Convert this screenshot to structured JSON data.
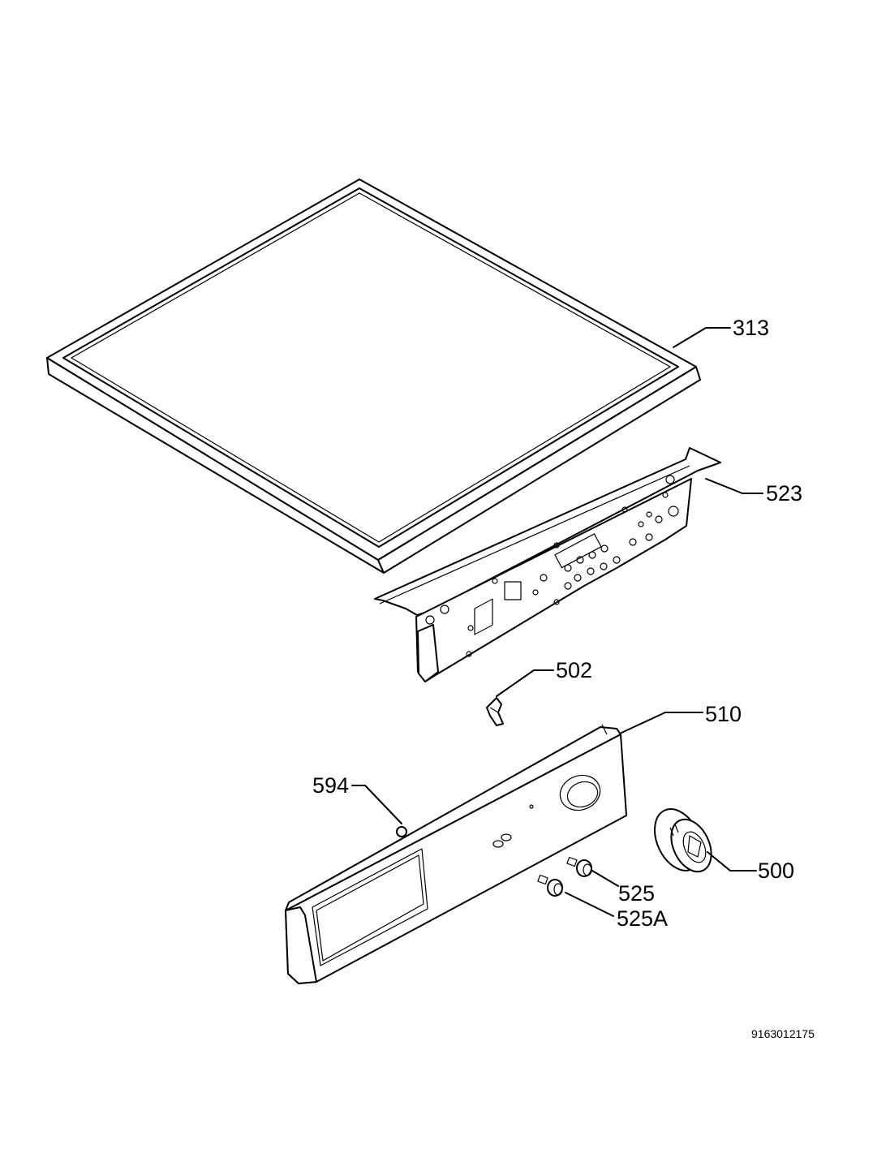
{
  "drawing": {
    "labels": {
      "p313": "313",
      "p523": "523",
      "p502": "502",
      "p510": "510",
      "p594": "594",
      "p500": "500",
      "p525": "525",
      "p525a": "525A"
    },
    "document_code": "9163012175"
  }
}
